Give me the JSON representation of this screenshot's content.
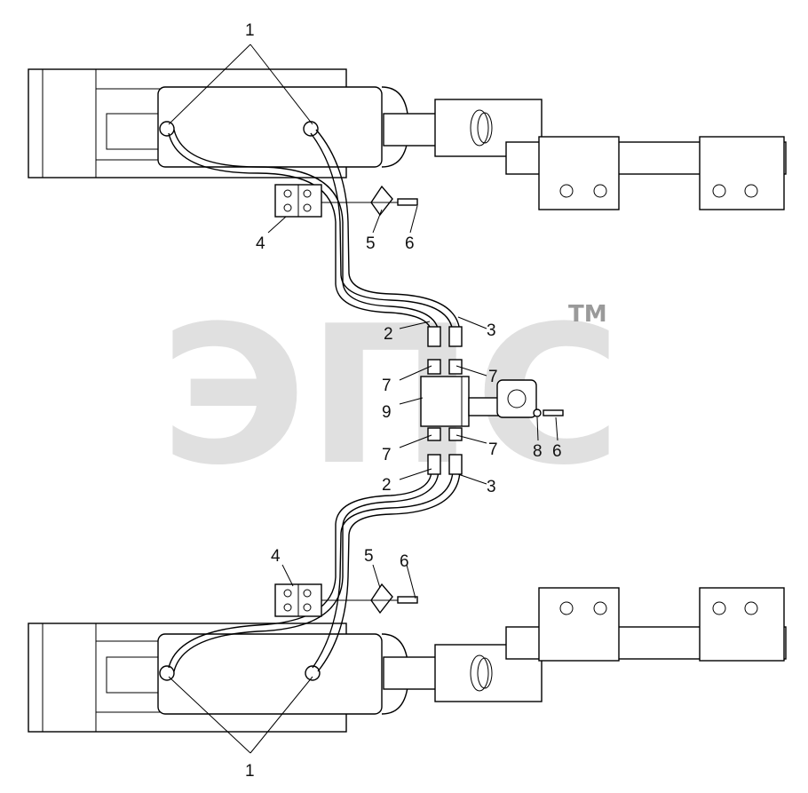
{
  "watermark": {
    "text": "ЭПС",
    "tm": "TM"
  },
  "callouts": {
    "c1_top": "1",
    "c1_bottom": "1",
    "c2_top": "2",
    "c2_bottom": "2",
    "c3_top": "3",
    "c3_bottom": "3",
    "c4_top": "4",
    "c4_bottom": "4",
    "c5_top": "5",
    "c5_bottom": "5",
    "c6_top": "6",
    "c6_bottom": "6",
    "c6_right": "6",
    "c7_ul": "7",
    "c7_ur": "7",
    "c7_ll": "7",
    "c7_lr": "7",
    "c8": "8",
    "c9": "9"
  }
}
